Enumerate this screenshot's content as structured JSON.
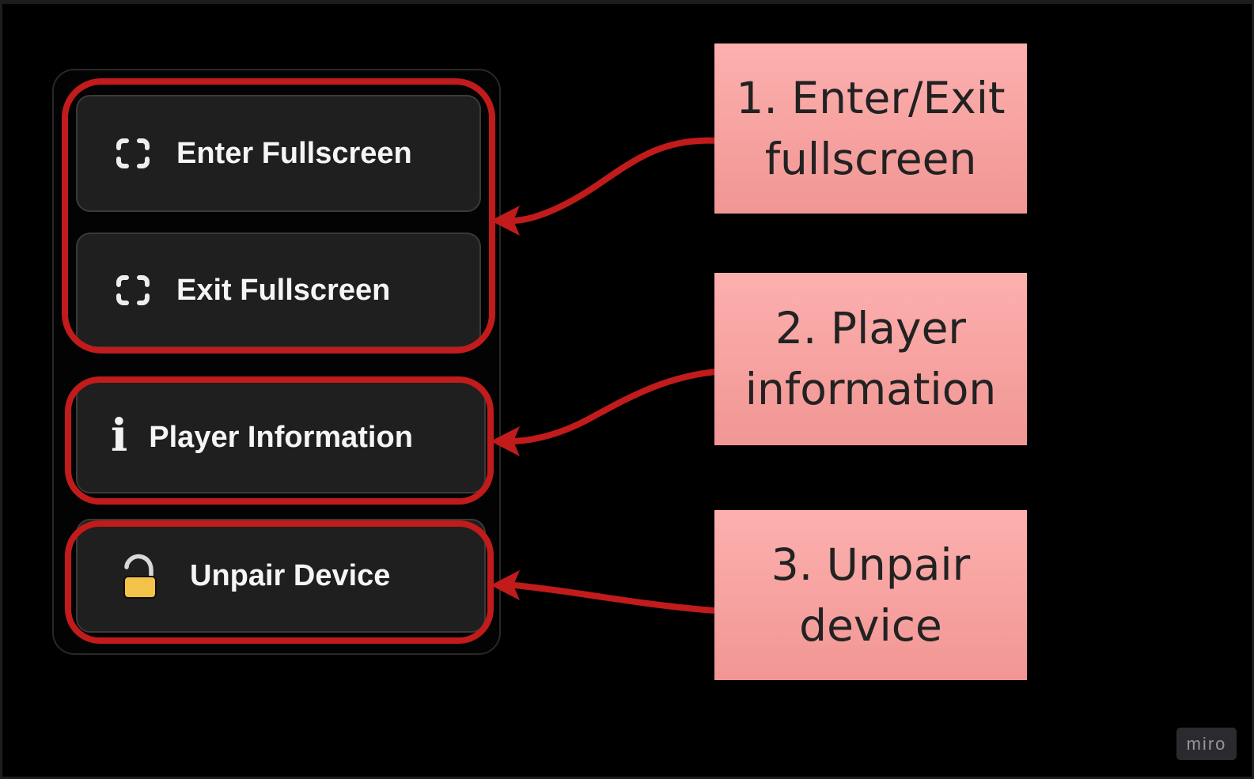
{
  "board": {
    "annotation_red": "#c11b1b",
    "sticky_pink": "#f8a3a3",
    "lock_gold": "#f2c249"
  },
  "control_panel": {
    "buttons": [
      {
        "label": "Enter Fullscreen",
        "icon": "fullscreen-icon"
      },
      {
        "label": "Exit Fullscreen",
        "icon": "fullscreen-icon"
      },
      {
        "label": "Player Information",
        "icon": "info-icon"
      },
      {
        "label": "Unpair Device",
        "icon": "lock-open-icon"
      }
    ]
  },
  "sticky_notes": [
    {
      "lines": [
        "1. Enter/Exit",
        "fullscreen"
      ]
    },
    {
      "lines": [
        "2. Player",
        "information"
      ]
    },
    {
      "lines": [
        "3. Unpair",
        "device"
      ]
    }
  ],
  "watermark": {
    "label": "miro"
  }
}
